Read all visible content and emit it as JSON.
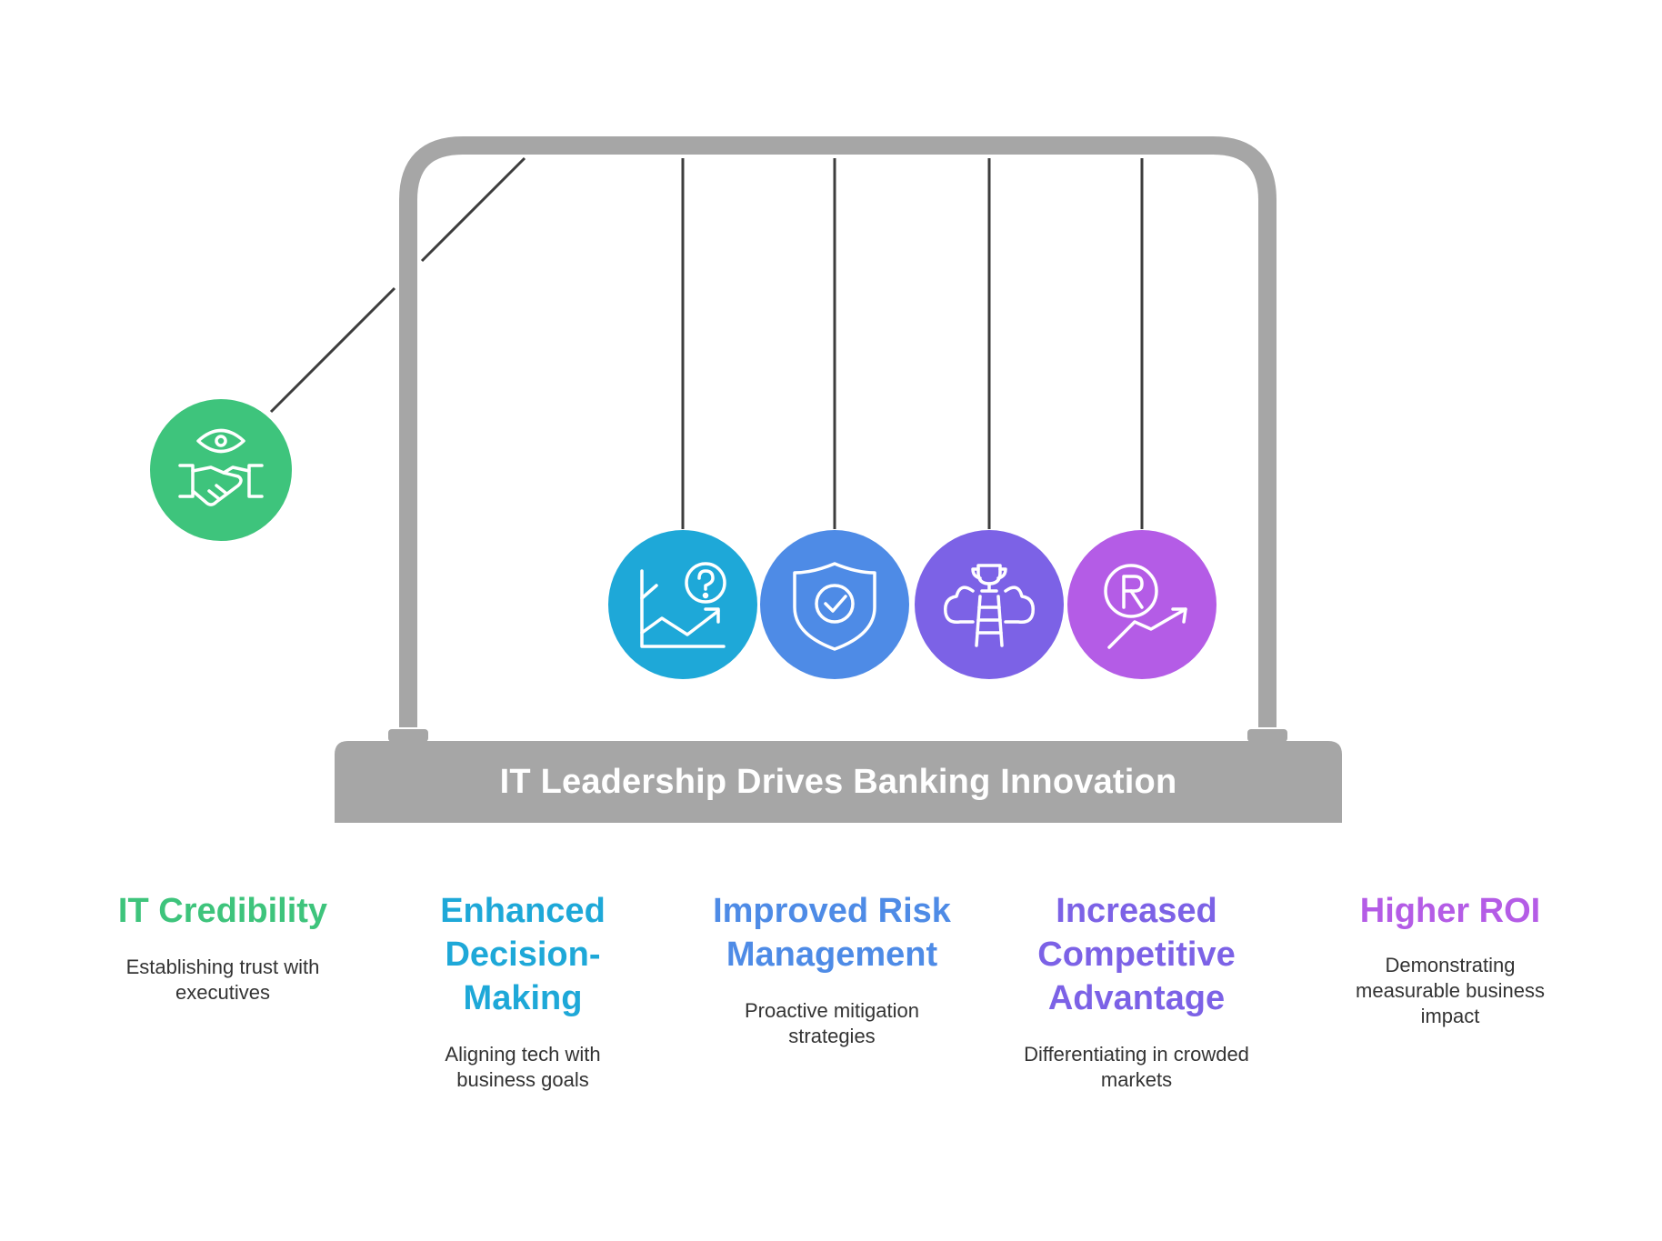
{
  "title": "IT Leadership Drives Banking Innovation",
  "colors": {
    "frame": "#a6a6a6",
    "string": "#3d3d3d",
    "green": "#3ec47c",
    "cyan": "#1ea8d8",
    "blue": "#4e8be6",
    "violet": "#7c62e6",
    "purple": "#b45ce6"
  },
  "balls": [
    {
      "icon": "eye-handshake-icon",
      "color": "#3ec47c"
    },
    {
      "icon": "chart-question-icon",
      "color": "#1ea8d8"
    },
    {
      "icon": "shield-check-icon",
      "color": "#4e8be6"
    },
    {
      "icon": "trophy-ladder-icon",
      "color": "#7c62e6"
    },
    {
      "icon": "rand-growth-icon",
      "color": "#b45ce6"
    }
  ],
  "items": [
    {
      "title": "IT Credibility",
      "description": "Establishing trust with executives",
      "color": "#3ec47c"
    },
    {
      "title": "Enhanced Decision-Making",
      "description": "Aligning tech with business goals",
      "color": "#1ea8d8"
    },
    {
      "title": "Improved Risk Management",
      "description": "Proactive mitigation strategies",
      "color": "#4e8be6"
    },
    {
      "title": "Increased Competitive Advantage",
      "description": "Differentiating in crowded markets",
      "color": "#7c62e6"
    },
    {
      "title": "Higher ROI",
      "description": "Demonstrating measurable business impact",
      "color": "#b45ce6"
    }
  ]
}
